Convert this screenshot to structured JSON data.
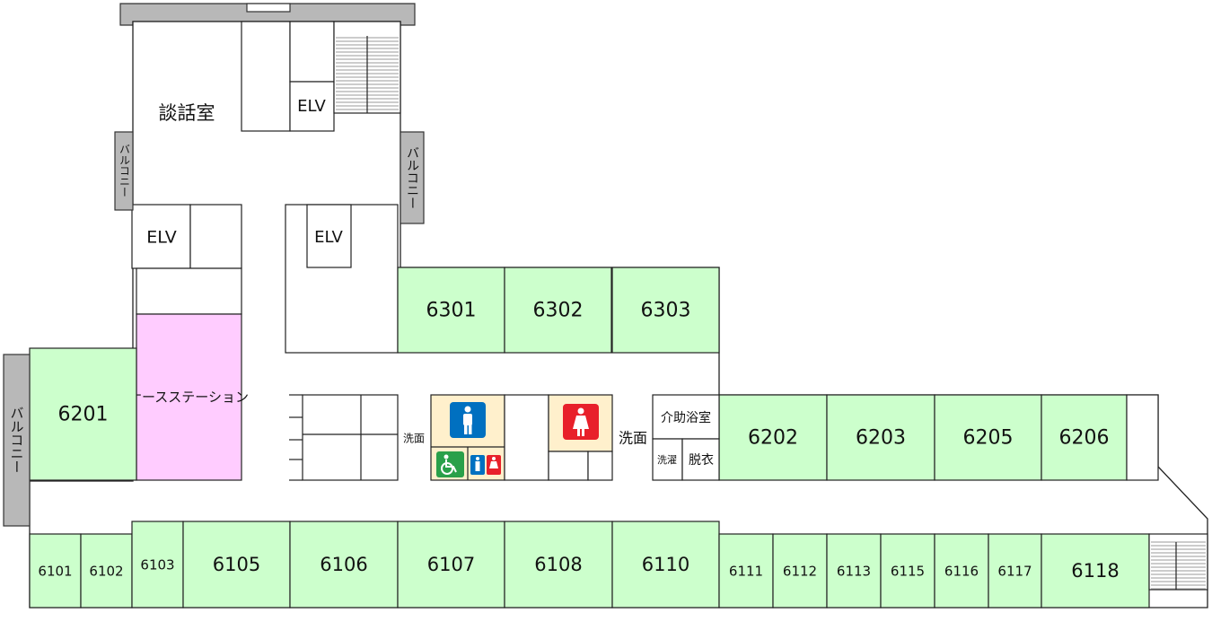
{
  "rooms": {
    "dandan": "談話室",
    "elv_top": "ELV",
    "elv_left": "ELV",
    "elv_mid": "ELV",
    "nurse_station": "ナースステーション",
    "kaijo_yokushitsu": "介助浴室",
    "datsui": "脱衣",
    "sentaku": "洗濯",
    "senmen_left": "洗面",
    "senmen_right": "洗面"
  },
  "balconies": {
    "left_upper": "バルコニー",
    "right_upper": "バルコニー",
    "left_lower": "バルコニー"
  },
  "wards_top": [
    "6301",
    "6302",
    "6303"
  ],
  "wards_mid": [
    "6201",
    "6202",
    "6203",
    "6205",
    "6206"
  ],
  "wards_bottom": [
    "6101",
    "6102",
    "6103",
    "6105",
    "6106",
    "6107",
    "6108",
    "6110",
    "6111",
    "6112",
    "6113",
    "6115",
    "6116",
    "6117",
    "6118"
  ],
  "icons": {
    "male": "male-toilet-icon",
    "female": "female-toilet-icon",
    "accessible": "wheelchair-icon",
    "family": "family-toilet-icon"
  },
  "colors": {
    "ward": "#ccffcc",
    "nurse": "#ffccff",
    "male": "#0070c0",
    "female": "#e8202a",
    "accessible": "#2aa04a",
    "balcony": "#b8b8b8"
  }
}
